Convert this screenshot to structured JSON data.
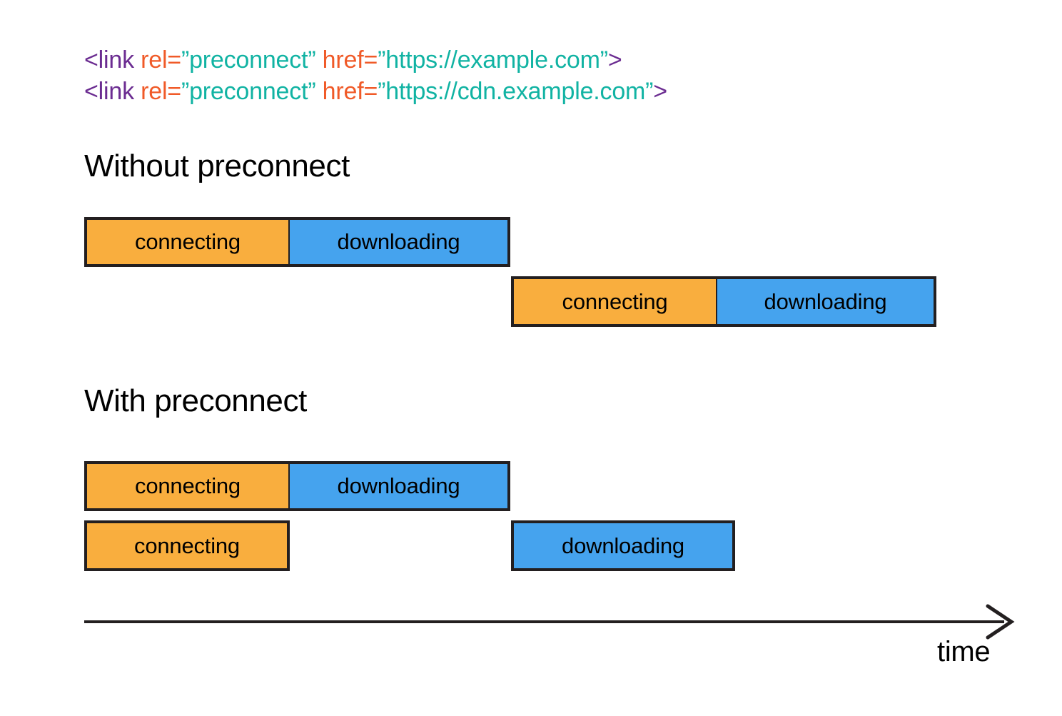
{
  "code": {
    "lines": [
      {
        "tag_open": "<link",
        "attr1": " rel=",
        "value1": "”preconnect”",
        "attr2": " href=",
        "value2": "”https://example.com”",
        "tag_close": ">"
      },
      {
        "tag_open": "<link",
        "attr1": " rel=",
        "value1": "”preconnect”",
        "attr2": " href=",
        "value2": "”https://cdn.example.com”",
        "tag_close": ">"
      }
    ]
  },
  "sections": [
    {
      "heading": "Without preconnect"
    },
    {
      "heading": "With preconnect"
    }
  ],
  "labels": {
    "connecting": "connecting",
    "downloading": "downloading",
    "time": "time"
  },
  "colors": {
    "connecting": "#F9AE3E",
    "downloading": "#45A3EE",
    "outline": "#231F20",
    "tag": "#6B2C91",
    "attribute": "#F05A28",
    "string": "#11B3A3"
  },
  "chart_data": {
    "type": "bar",
    "title": "Without preconnect vs With preconnect request timelines",
    "xlabel": "time",
    "ylabel": "",
    "grid": false,
    "legend": [
      "connecting",
      "downloading"
    ],
    "groups": [
      {
        "name": "Without preconnect",
        "requests": [
          {
            "row": 1,
            "segments": [
              {
                "label": "connecting",
                "start": 0,
                "end": 286
              },
              {
                "label": "downloading",
                "start": 286,
                "end": 596
              }
            ]
          },
          {
            "row": 2,
            "segments": [
              {
                "label": "connecting",
                "start": 598,
                "end": 885
              },
              {
                "label": "downloading",
                "start": 885,
                "end": 1193
              }
            ]
          }
        ]
      },
      {
        "name": "With preconnect",
        "requests": [
          {
            "row": 1,
            "segments": [
              {
                "label": "connecting",
                "start": 0,
                "end": 286
              },
              {
                "label": "downloading",
                "start": 286,
                "end": 596
              }
            ]
          },
          {
            "row": 2,
            "segments": [
              {
                "label": "connecting",
                "start": 0,
                "end": 286
              },
              {
                "label": "downloading",
                "start": 598,
                "end": 911
              }
            ]
          }
        ]
      }
    ]
  }
}
